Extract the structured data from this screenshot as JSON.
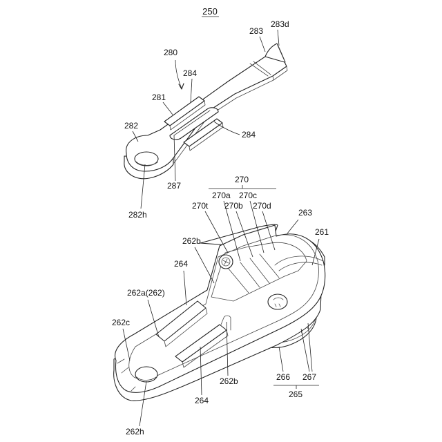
{
  "figure_number": "250",
  "labels": {
    "l283": "283",
    "l283d": "283d",
    "l280": "280",
    "l284_top": "284",
    "l281": "281",
    "l282": "282",
    "l284_right": "284",
    "l287": "287",
    "l282h_top": "282h",
    "l270": "270",
    "l270a": "270a",
    "l270c": "270c",
    "l270t": "270t",
    "l270b": "270b",
    "l270d": "270d",
    "l263": "263",
    "l261": "261",
    "l262b_top": "262b",
    "l264_top": "264",
    "l262a": "262a(262)",
    "l262c": "262c",
    "l262b_bottom": "262b",
    "l264_bottom": "264",
    "l266": "266",
    "l267": "267",
    "l265": "265",
    "l262h_bottom": "262h"
  }
}
